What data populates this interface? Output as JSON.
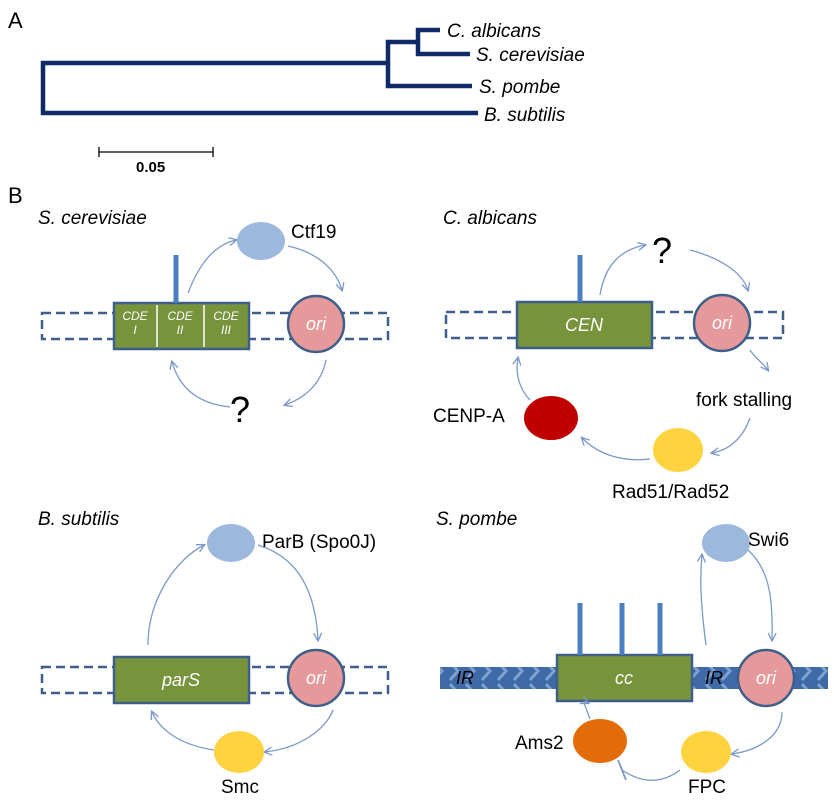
{
  "panel_a": {
    "letter": "A",
    "species": [
      "C. albicans",
      "S. cerevisiae",
      "S. pombe",
      "B. subtilis"
    ],
    "scale_label": "0.05"
  },
  "panel_b": {
    "letter": "B",
    "cerevisiae": {
      "title": "S. cerevisiae",
      "protein": "Ctf19",
      "cde1": [
        "CDE",
        "I"
      ],
      "cde2": [
        "CDE",
        "II"
      ],
      "cde3": [
        "CDE",
        "III"
      ],
      "ori": "ori",
      "question": "?"
    },
    "albicans": {
      "title": "C. albicans",
      "question": "?",
      "cen": "CEN",
      "ori": "ori",
      "fork": "fork stalling",
      "cenpa": "CENP-A",
      "rad": "Rad51/Rad52"
    },
    "subtilis": {
      "title": "B. subtilis",
      "protein": "ParB (Spo0J)",
      "pars": "parS",
      "ori": "ori",
      "smc": "Smc"
    },
    "pombe": {
      "title": "S. pombe",
      "protein": "Swi6",
      "cc": "cc",
      "ir": "IR",
      "ori": "ori",
      "ams2": "Ams2",
      "fpc": "FPC"
    }
  },
  "colors": {
    "tree": "#0f2a66",
    "box_fill": "#77933c",
    "box_stroke": "#3e5f8a",
    "ori_fill": "#e6999b",
    "blue_protein": "#9cb8dd",
    "yellow_protein": "#ffd23f",
    "red_protein": "#c00000",
    "orange_protein": "#e36c09",
    "question_yellow": "#f7b52c",
    "question_dark": "#334b66",
    "arrow": "#7b99c7"
  }
}
